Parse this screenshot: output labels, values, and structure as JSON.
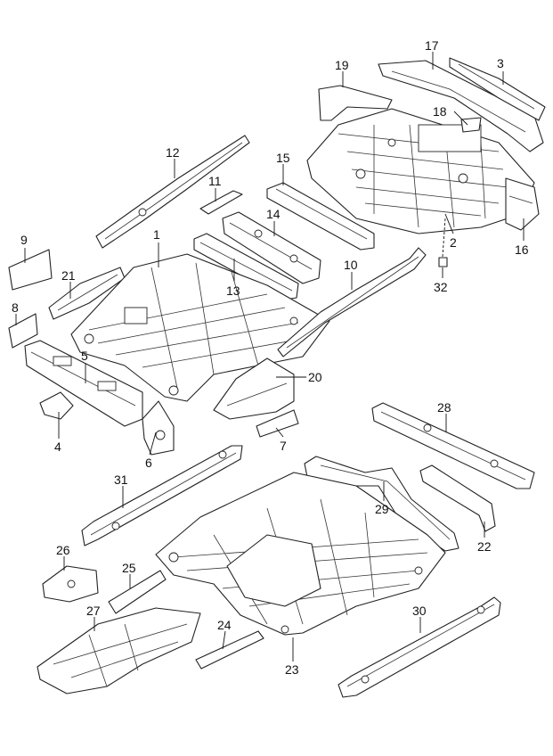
{
  "diagram": {
    "callouts": [
      "1",
      "2",
      "3",
      "4",
      "5",
      "6",
      "7",
      "8",
      "9",
      "10",
      "11",
      "12",
      "13",
      "14",
      "15",
      "16",
      "17",
      "18",
      "19",
      "20",
      "21",
      "22",
      "23",
      "24",
      "25",
      "26",
      "27",
      "28",
      "29",
      "30",
      "31",
      "32"
    ]
  },
  "colors": {
    "line": "#222222",
    "background": "#ffffff"
  }
}
